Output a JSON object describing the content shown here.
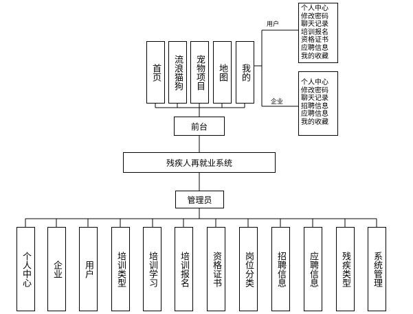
{
  "front": {
    "label": "前台",
    "modules": [
      "首页",
      "流浪猫狗",
      "宠物项目",
      "地图",
      "我的"
    ]
  },
  "system": {
    "label": "残疾人再就业系统"
  },
  "admin": {
    "label": "管理员",
    "modules": [
      "个人中心",
      "企业",
      "用户",
      "培训类型",
      "培训学习",
      "培训报名",
      "资格证书",
      "岗位分类",
      "招聘信息",
      "应聘信息",
      "残疾类型",
      "系统管理"
    ]
  },
  "roles": {
    "user": {
      "label": "用户",
      "items": [
        "个人中心",
        "修改密码",
        "聊天记录",
        "培训报名",
        "资格证书",
        "应聘信息",
        "我的收藏"
      ]
    },
    "company": {
      "label": "企业",
      "items": [
        "个人中心",
        "修改密码",
        "聊天记录",
        "招聘信息",
        "应聘信息",
        "我的收藏"
      ]
    }
  }
}
